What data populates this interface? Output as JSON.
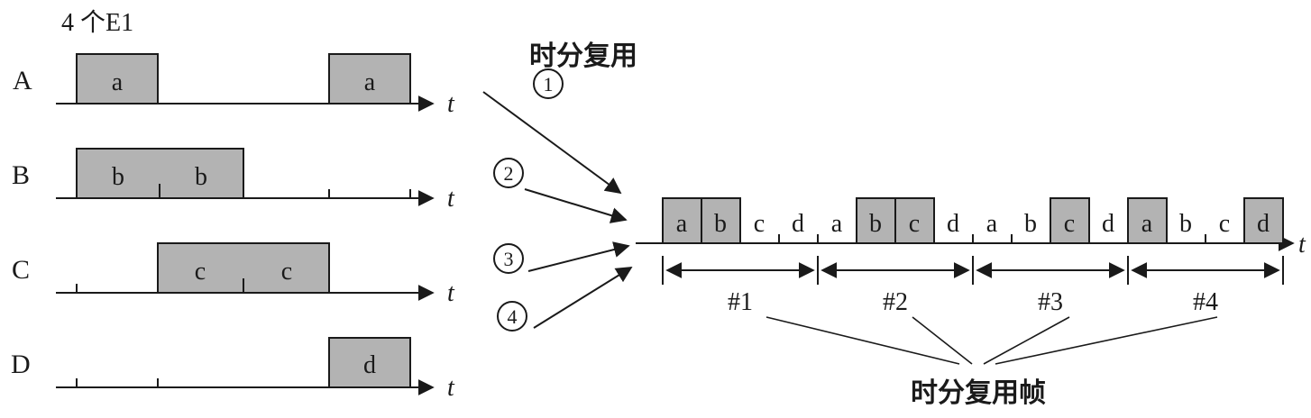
{
  "colors": {
    "line": "#1a1a1a",
    "slot_fill": "#b3b3b3",
    "background": "#ffffff"
  },
  "left": {
    "title": "4 个E1",
    "axis_label": "t",
    "channels": [
      {
        "name": "A",
        "pulses": [
          {
            "label": "a",
            "slot": 1
          },
          {
            "label": "a",
            "slot": 4
          }
        ]
      },
      {
        "name": "B",
        "pulses": [
          {
            "label": "b",
            "slot": 1
          },
          {
            "label": "b",
            "slot": 2
          }
        ]
      },
      {
        "name": "C",
        "pulses": [
          {
            "label": "c",
            "slot": 2
          },
          {
            "label": "c",
            "slot": 3
          }
        ]
      },
      {
        "name": "D",
        "pulses": [
          {
            "label": "d",
            "slot": 4
          }
        ]
      }
    ]
  },
  "mux": {
    "label": "时分复用",
    "steps": [
      "1",
      "2",
      "3",
      "4"
    ]
  },
  "right": {
    "axis_label": "t",
    "frame_label": "时分复用帧",
    "frames": [
      {
        "id": "#1",
        "slots": [
          {
            "label": "a",
            "filled": true
          },
          {
            "label": "b",
            "filled": true
          },
          {
            "label": "c",
            "filled": false
          },
          {
            "label": "d",
            "filled": false
          }
        ]
      },
      {
        "id": "#2",
        "slots": [
          {
            "label": "a",
            "filled": false
          },
          {
            "label": "b",
            "filled": true
          },
          {
            "label": "c",
            "filled": true
          },
          {
            "label": "d",
            "filled": false
          }
        ]
      },
      {
        "id": "#3",
        "slots": [
          {
            "label": "a",
            "filled": false
          },
          {
            "label": "b",
            "filled": false
          },
          {
            "label": "c",
            "filled": true
          },
          {
            "label": "d",
            "filled": false
          }
        ]
      },
      {
        "id": "#4",
        "slots": [
          {
            "label": "a",
            "filled": true
          },
          {
            "label": "b",
            "filled": false
          },
          {
            "label": "c",
            "filled": false
          },
          {
            "label": "d",
            "filled": true
          }
        ]
      }
    ]
  }
}
